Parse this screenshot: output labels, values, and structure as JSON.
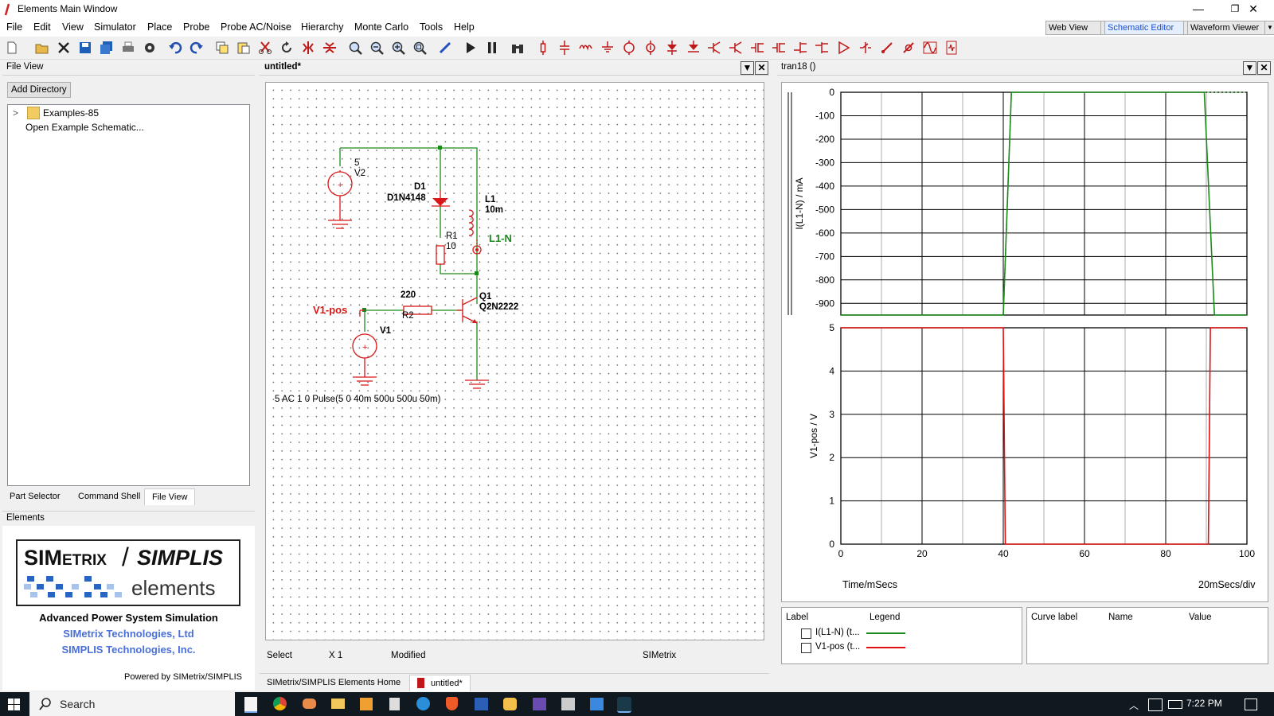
{
  "window": {
    "title": "Elements Main Window",
    "min": "—",
    "max": "❐",
    "close": "✕"
  },
  "menu": [
    "File",
    "Edit",
    "View",
    "Simulator",
    "Place",
    "Probe",
    "Probe AC/Noise",
    "Hierarchy",
    "Monte Carlo",
    "Tools",
    "Help"
  ],
  "views": {
    "web": "Web View",
    "schematic": "Schematic Editor",
    "waveform": "Waveform Viewer"
  },
  "left": {
    "header": "File View",
    "add_dir": "Add Directory",
    "tree": {
      "folder": "Examples-85",
      "item": "Open Example Schematic...",
      "expander": ">"
    },
    "tabs": [
      "Part Selector",
      "Command Shell",
      "File View"
    ],
    "elements_header": "Elements",
    "logo": {
      "simetrix": "SIMetrix",
      "slash": "/",
      "simplis": "SIMPLIS",
      "elements": "elements"
    },
    "tagline": "Advanced Power System Simulation",
    "company1": "SIMetrix Technologies, Ltd",
    "company2": "SIMPLIS Technologies, Inc.",
    "powered": "Powered by SIMetrix/SIMPLIS"
  },
  "schematic": {
    "title": "untitled*",
    "labels": {
      "v2_val": "5",
      "v2_name": "V2",
      "d1_name": "D1",
      "d1_model": "D1N4148",
      "l1_name": "L1",
      "l1_val": "10m",
      "probe_l1": "L1-N",
      "r1_name": "R1",
      "r1_val": "10",
      "r2_val": "220",
      "r2_name": "R2",
      "q1_name": "Q1",
      "q1_model": "Q2N2222",
      "probe_v1": "V1-pos",
      "v1_name": "V1",
      "v1_spec": "5 AC 1 0 Pulse(5 0 40m 500u 500u 50m)"
    },
    "status": {
      "mode": "Select",
      "zoom": "X 1",
      "state": "Modified",
      "engine": "SIMetrix"
    },
    "tabs": [
      "SIMetrix/SIMPLIS Elements Home",
      "untitled*"
    ]
  },
  "waveform": {
    "title": "tran18 ()",
    "xlabel": "Time/mSecs",
    "xdiv": "20mSecs/div",
    "legend_headers": {
      "label": "Label",
      "legend": "Legend"
    },
    "curves": [
      {
        "label": "I(L1-N) (t...",
        "color": "#1a8a1a"
      },
      {
        "label": "V1-pos (t...",
        "color": "#e01010"
      }
    ],
    "value_headers": {
      "curve": "Curve label",
      "name": "Name",
      "value": "Value"
    }
  },
  "chart_data": [
    {
      "type": "line",
      "title": "",
      "ylabel": "I(L1-N) / mA",
      "xlabel": "Time/mSecs",
      "xlim": [
        0,
        100
      ],
      "ylim": [
        -950,
        0
      ],
      "yticks": [
        0,
        -100,
        -200,
        -300,
        -400,
        -500,
        -600,
        -700,
        -800,
        -900
      ],
      "grid": true,
      "series": [
        {
          "name": "I(L1-N)",
          "color": "#1a8a1a",
          "x": [
            0,
            40,
            42,
            100
          ],
          "y": [
            -950,
            -950,
            0,
            0
          ]
        },
        {
          "name": "I(L1-N)",
          "color": "#1a8a1a",
          "x": [
            0,
            40,
            42,
            89.5,
            92,
            100
          ],
          "y": [
            -950,
            -950,
            0,
            0,
            -950,
            -950
          ]
        }
      ]
    },
    {
      "type": "line",
      "title": "",
      "ylabel": "V1-pos / V",
      "xlabel": "Time/mSecs",
      "xlim": [
        0,
        100
      ],
      "ylim": [
        0,
        5
      ],
      "xticks": [
        0,
        20,
        40,
        60,
        80,
        100
      ],
      "yticks": [
        0,
        1,
        2,
        3,
        4,
        5
      ],
      "grid": true,
      "series": [
        {
          "name": "V1-pos",
          "color": "#e01010",
          "x": [
            0,
            40,
            40.5,
            90.5,
            91,
            100
          ],
          "y": [
            5,
            5,
            0,
            0,
            5,
            5
          ]
        }
      ]
    }
  ],
  "taskbar": {
    "search": "Search",
    "time": "7:22 PM"
  }
}
